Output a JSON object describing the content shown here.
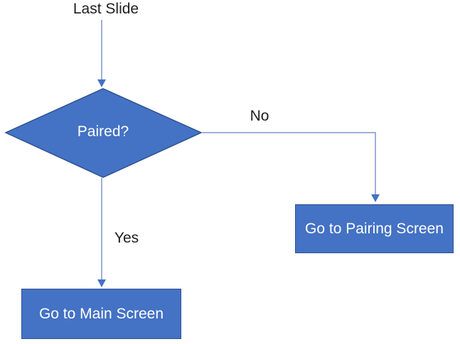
{
  "diagram": {
    "type": "flowchart",
    "start_label": "Last Slide",
    "nodes": {
      "decision": {
        "shape": "diamond",
        "label": "Paired?"
      },
      "pairing": {
        "shape": "rectangle",
        "label": "Go to Pairing Screen"
      },
      "main": {
        "shape": "rectangle",
        "label": "Go to Main Screen"
      }
    },
    "edges": {
      "start_to_decision": {
        "label": ""
      },
      "no": {
        "label": "No",
        "from": "decision",
        "to": "pairing"
      },
      "yes": {
        "label": "Yes",
        "from": "decision",
        "to": "main"
      }
    },
    "colors": {
      "shape_fill": "#4472C4",
      "shape_border": "#2F528F",
      "connector_line": "#8193CB",
      "arrowhead": "#4472C4",
      "shape_text": "#FFFFFF",
      "label_text": "#1F1F1F",
      "background": "#FFFFFF"
    }
  }
}
